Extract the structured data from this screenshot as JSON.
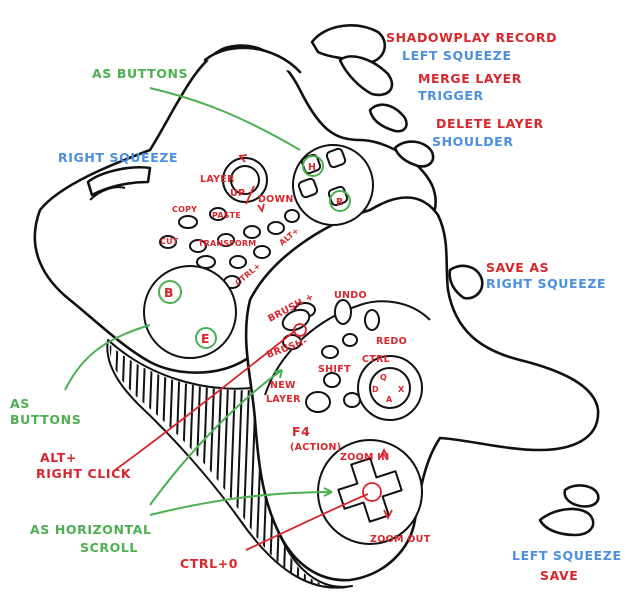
{
  "labels": {
    "shadowplay_record": "SHADOWPLAY RECORD",
    "left_squeeze_top": "LEFT SQUEEZE",
    "merge_layer": "MERGE LAYER",
    "trigger": "TRIGGER",
    "delete_layer": "DELETE LAYER",
    "shoulder": "SHOULDER",
    "as_buttons_top": "AS BUTTONS",
    "right_squeeze_left": "RIGHT SQUEEZE",
    "layer": "LAYER",
    "up": "UP",
    "down": "DOWN",
    "copy": "COPY",
    "paste": "PASTE",
    "cut": "CUT",
    "transform": "TRANSFORM",
    "alt_plus": "ALT+",
    "ctrl_plus": "CTRL+",
    "save_as": "SAVE AS",
    "right_squeeze_right": "RIGHT SQUEEZE",
    "undo": "UNDO",
    "redo": "REDO",
    "ctrl": "CTRL",
    "brush_plus": "BRUSH +",
    "brush_minus": "BRUSH-",
    "shift": "SHIFT",
    "new": "NEW",
    "layer2": "LAYER",
    "f4": "F4",
    "action": "(ACTION)",
    "as": "AS",
    "buttons": "BUTTONS",
    "alt_plus_2": "ALT+",
    "right_click": "RIGHT CLICK",
    "zoom_in": "ZOOM IN",
    "zoom_out": "ZOOM OUT",
    "as_horizontal": "AS HORIZONTAL",
    "scroll": "SCROLL",
    "ctrl_0": "CTRL+0",
    "left_squeeze_bottom": "LEFT SQUEEZE",
    "save": "SAVE",
    "btn_h": "H",
    "btn_r": "R",
    "btn_b": "B",
    "btn_e": "E",
    "btn_q": "Q",
    "btn_d": "D",
    "btn_a": "A",
    "btn_x": "X"
  },
  "colors": {
    "red": "#d8262c",
    "blue": "#4a8fe0",
    "green": "#4caf50",
    "ink": "#111111"
  }
}
